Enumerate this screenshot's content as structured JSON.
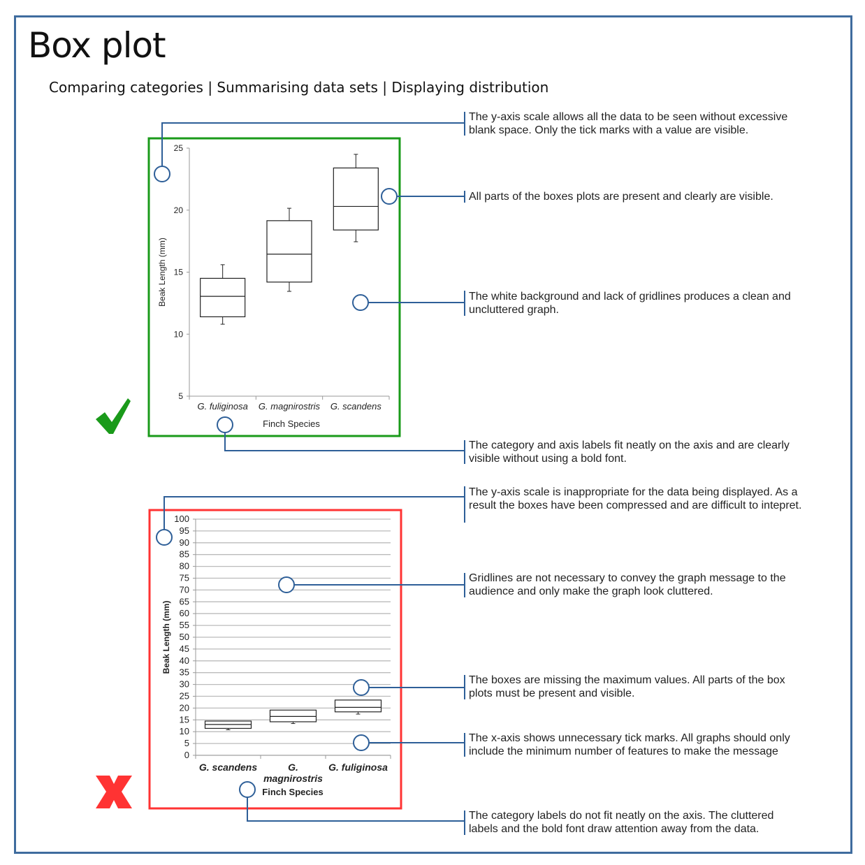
{
  "title": "Box plot",
  "subtitle": "Comparing categories | Summarising data sets | Displaying distribution",
  "colors": {
    "frame": "#3f6c9e",
    "callout": "#2e5f98",
    "good": "#1a9a1a",
    "bad": "#ff3333"
  },
  "annotations": [
    "The y-axis scale allows all the data to be seen without excessive blank space. Only the tick marks with a value are visible.",
    "All parts of the boxes plots are present and clearly are visible.",
    "The white background and lack of gridlines produces a clean and uncluttered graph.",
    "The category and axis labels fit neatly on the axis and are clearly visible without using a bold font.",
    "The y-axis scale is inappropriate for the data being displayed. As a result the boxes have been compressed and are difficult to intepret.",
    "Gridlines are not necessary to convey the graph message to the audience and only make the graph look cluttered.",
    "The boxes are missing the maximum values. All parts of the box plots must be present and visible.",
    "The x-axis shows unnecessary tick marks. All graphs should only include the minimum number of features to make the message",
    "The category labels do not fit neatly on the axis. The cluttered labels and the bold font draw attention away from the data."
  ],
  "chart_data": [
    {
      "type": "box",
      "verdict": "good",
      "xlabel": "Finch Species",
      "ylabel": "Beak Length (mm)",
      "ylim": [
        5,
        25
      ],
      "yticks": [
        5,
        10,
        15,
        20,
        25
      ],
      "grid": false,
      "categories": [
        "G. fuliginosa",
        "G. magnirostris",
        "G. scandens"
      ],
      "boxes": [
        {
          "min": 10.8,
          "q1": 11.4,
          "median": 13.05,
          "q3": 14.5,
          "max": 15.6
        },
        {
          "min": 13.45,
          "q1": 14.2,
          "median": 16.45,
          "q3": 19.15,
          "max": 20.15
        },
        {
          "min": 17.45,
          "q1": 18.4,
          "median": 20.3,
          "q3": 23.4,
          "max": 24.5
        }
      ]
    },
    {
      "type": "box",
      "verdict": "bad",
      "xlabel": "Finch Species",
      "ylabel": "Beak Length (mm)",
      "ylim": [
        0,
        100
      ],
      "yticks": [
        0,
        5,
        10,
        15,
        20,
        25,
        30,
        35,
        40,
        45,
        50,
        55,
        60,
        65,
        70,
        75,
        80,
        85,
        90,
        95,
        100
      ],
      "grid": true,
      "categories": [
        "G. scandens",
        "G. magnirostris",
        "G. fuliginosa"
      ],
      "boxes": [
        {
          "min": 10.8,
          "q1": 11.4,
          "median": 13.05,
          "q3": 14.5
        },
        {
          "min": 13.45,
          "q1": 14.2,
          "median": 16.45,
          "q3": 19.15
        },
        {
          "min": 17.45,
          "q1": 18.4,
          "median": 20.3,
          "q3": 23.4
        }
      ]
    }
  ]
}
